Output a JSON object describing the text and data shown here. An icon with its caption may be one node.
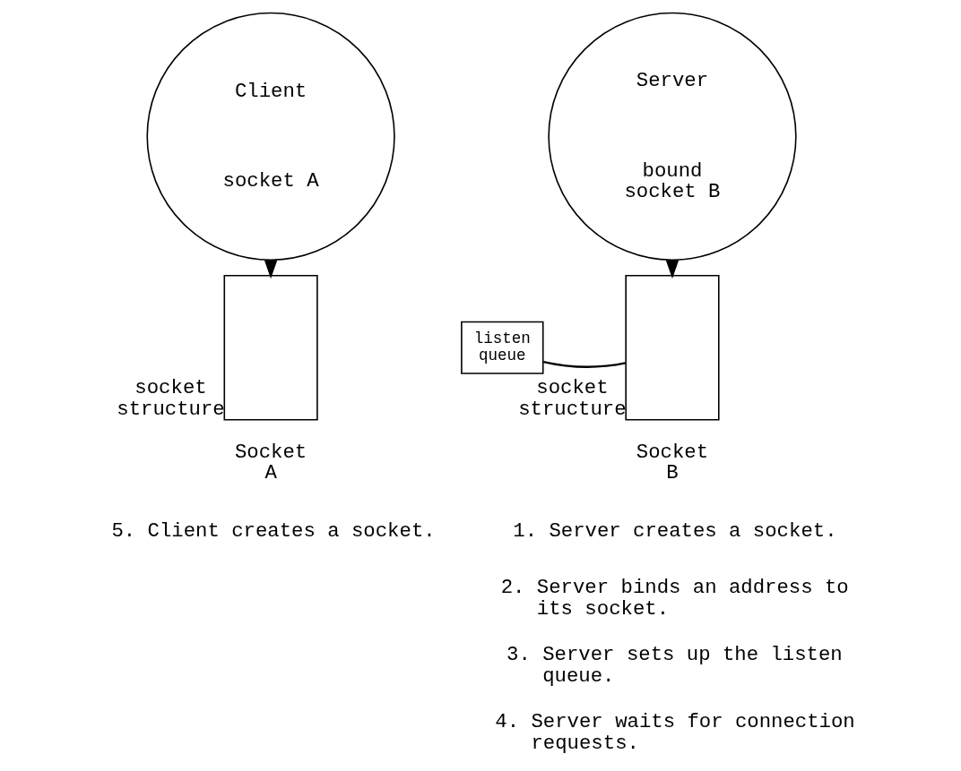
{
  "diagram": {
    "nodes": [
      {
        "text": [
          "Client",
          "socket A"
        ]
      },
      {
        "text": [],
        "shape": "box",
        "beside": [
          "socket structure"
        ]
      },
      {
        "text": [
          "Server",
          "bound socket B"
        ]
      },
      {
        "text": [
          "listen queue"
        ]
      },
      {
        "text": [],
        "shape": "box",
        "beside": [
          "socket structure"
        ]
      }
    ],
    "edges": [
      {
        "from": 0,
        "to": 1,
        "arrow": "to"
      },
      {
        "from": 2,
        "to": 4,
        "arrow": "to"
      },
      {
        "from": 3,
        "to": 4,
        "arrow": "none"
      }
    ],
    "labels": [
      "Socket A",
      "Socket B",
      "5. Client creates a socket.",
      "1. Server creates a socket.",
      "2. Server binds an address to its socket.",
      "3. Server sets up the listen queue.",
      "4. Server waits for connection requests."
    ]
  }
}
